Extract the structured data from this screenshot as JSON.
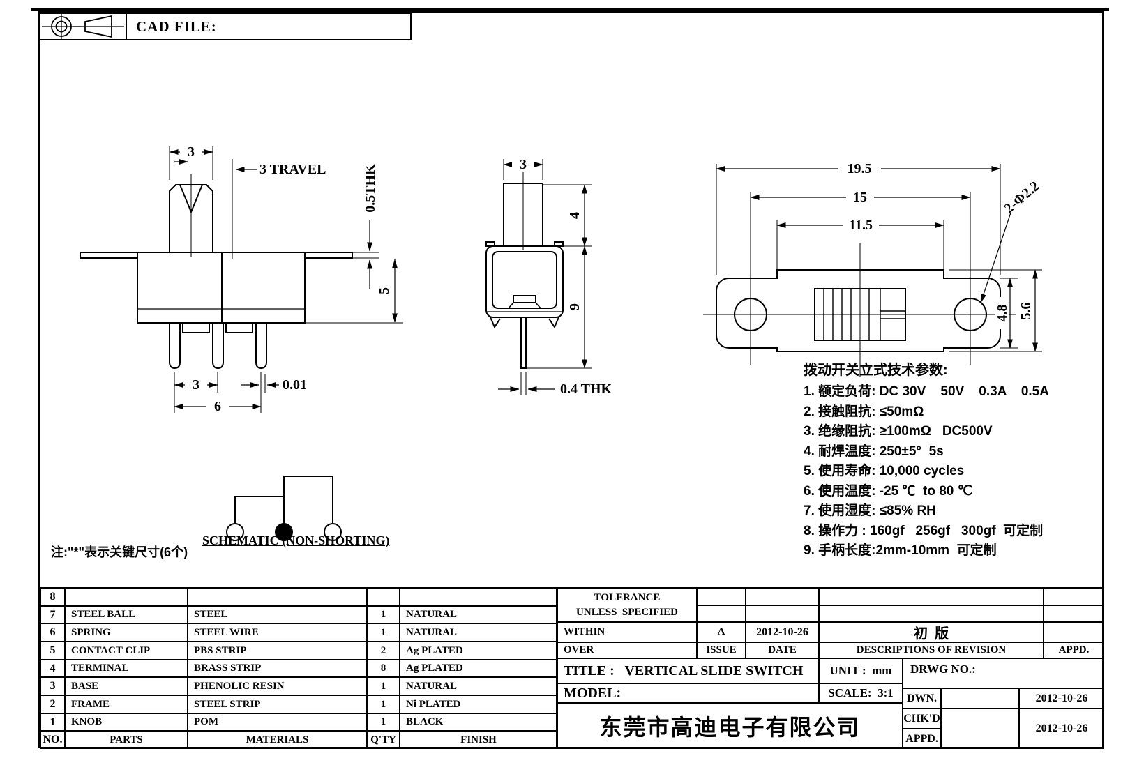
{
  "sheet": {
    "cad_file_label": "CAD FILE:",
    "note": "注:\"*\"表示关键尺寸(6个)",
    "schematic_label": "SCHEMATIC (NON-SHORTING)"
  },
  "dims": {
    "front": {
      "knob_width": "3",
      "travel": "3 TRAVEL",
      "ear_thickness": "0.5THK",
      "body_height": "5",
      "pin_pitch": "3",
      "pin_offset": "0.01",
      "pin_span": "6"
    },
    "side": {
      "knob_width": "3",
      "knob_height": "4",
      "body_height": "9",
      "pin_thickness": "0.4 THK"
    },
    "top": {
      "overall_length": "19.5",
      "hole_pitch": "15",
      "inner_length": "11.5",
      "holes": "2-Φ2.2",
      "end_height": "4.8",
      "mid_height": "5.6"
    }
  },
  "tech_params": {
    "title": "拨动开关立式技术参数:",
    "items": [
      "1. 额定负荷: DC 30V    50V    0.3A    0.5A",
      "2. 接触阻抗: ≤50mΩ",
      "3. 绝缘阻抗: ≥100mΩ   DC500V",
      "4. 耐焊温度: 250±5°  5s",
      "5. 使用寿命: 10,000 cycles",
      "6. 使用温度: -25 ℃  to 80 ℃",
      "7. 使用湿度: ≤85% RH",
      "8. 操作力 : 160gf   256gf   300gf  可定制",
      "9. 手柄长度:2mm-10mm  可定制"
    ]
  },
  "parts_table": {
    "rows": [
      [
        "8",
        "",
        "",
        "",
        ""
      ],
      [
        "7",
        "STEEL BALL",
        "STEEL",
        "1",
        "NATURAL"
      ],
      [
        "6",
        "SPRING",
        "STEEL WIRE",
        "1",
        "NATURAL"
      ],
      [
        "5",
        "CONTACT CLIP",
        "PBS STRIP",
        "2",
        "Ag PLATED"
      ],
      [
        "4",
        "TERMINAL",
        "BRASS STRIP",
        "8",
        "Ag PLATED"
      ],
      [
        "3",
        "BASE",
        "PHENOLIC RESIN",
        "1",
        "NATURAL"
      ],
      [
        "2",
        "FRAME",
        "STEEL STRIP",
        "1",
        "Ni PLATED"
      ],
      [
        "1",
        "KNOB",
        "POM",
        "1",
        "BLACK"
      ],
      [
        "NO.",
        "PARTS",
        "MATERIALS",
        "Q'TY",
        "FINISH"
      ]
    ]
  },
  "title_block": {
    "tolerance_line1": "TOLERANCE",
    "tolerance_line2": "UNLESS  SPECIFIED",
    "within_label": "WITHIN",
    "over_label": "OVER",
    "issue_value": "A",
    "issue_label": "ISSUE",
    "date_value": "2012-10-26",
    "date_label": "DATE",
    "revision_value": "初  版",
    "descriptions_label": "DESCRIPTIONS OF REVISION",
    "appd_label": "APPD.",
    "title": "TITLE :   VERTICAL SLIDE SWITCH",
    "unit": "UNIT :  mm",
    "drwg_no": "DRWG NO.:",
    "model": "MODEL:",
    "scale": "SCALE:  3:1",
    "company": "东莞市高迪电子有限公司",
    "dwn_label": "DWN.",
    "dwn_date": "2012-10-26",
    "chkd_label": "CHK'D",
    "appd2_label": "APPD.",
    "chk_date": "2012-10-26"
  }
}
